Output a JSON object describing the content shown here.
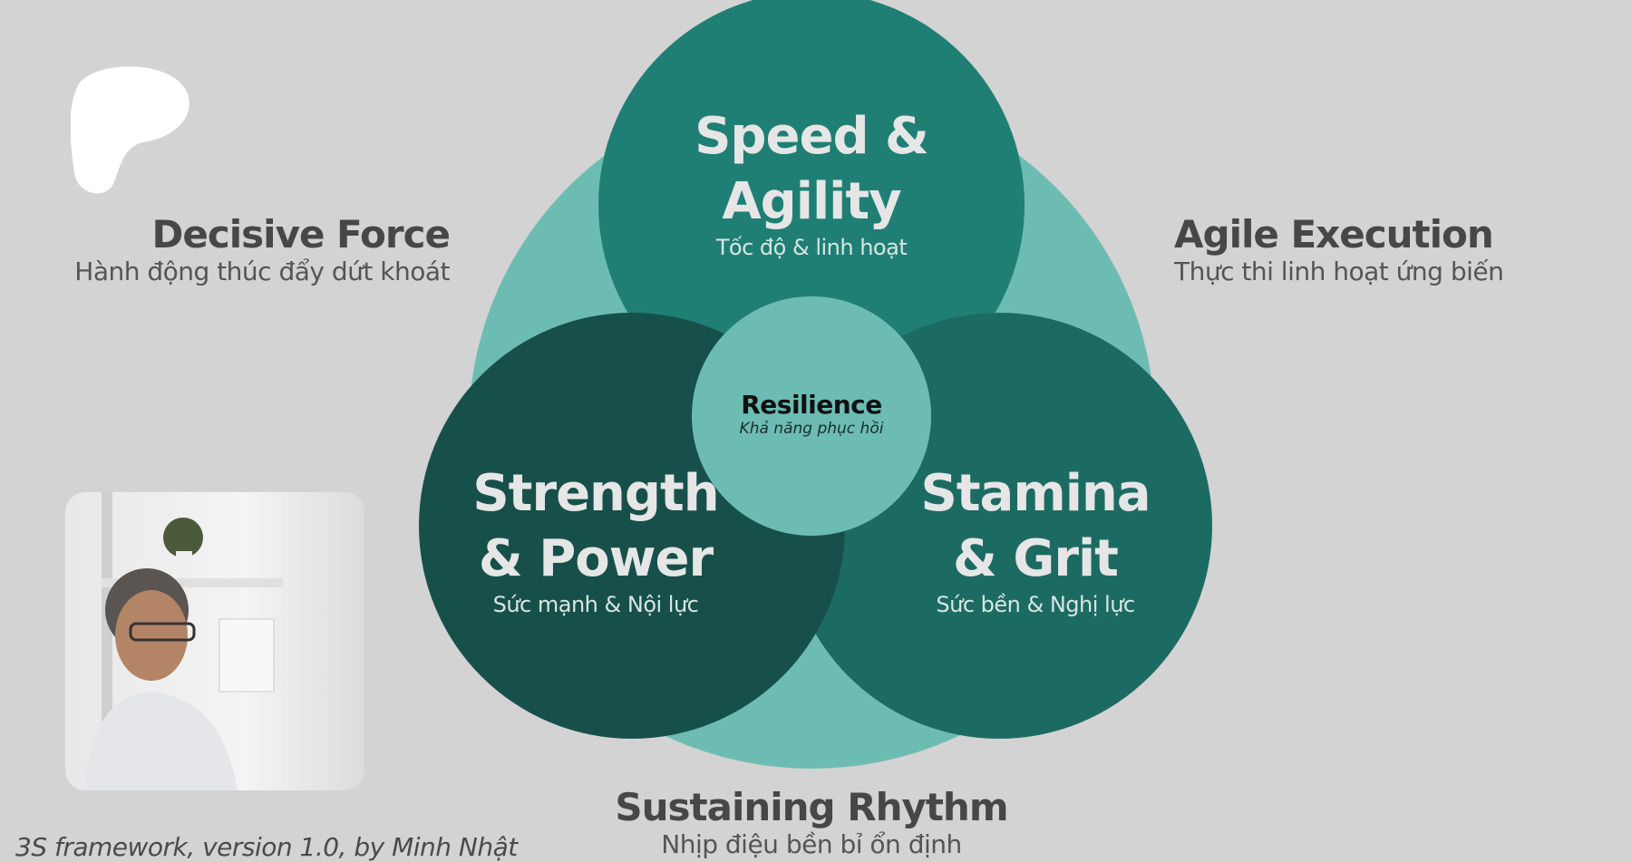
{
  "diagram": {
    "top": {
      "title_line1": "Speed &",
      "title_line2": "Agility",
      "subtitle": "Tốc độ & linh hoạt"
    },
    "left": {
      "title_line1": "Strength",
      "title_line2": "& Power",
      "subtitle": "Sức mạnh & Nội lực"
    },
    "right": {
      "title_line1": "Stamina",
      "title_line2": "& Grit",
      "subtitle": "Sức bền & Nghị lực"
    },
    "center": {
      "title": "Resilience",
      "subtitle": "Khả năng phục hồi"
    }
  },
  "outer_labels": {
    "top_left": {
      "title": "Decisive Force",
      "subtitle": "Hành động thúc đẩy dứt khoát"
    },
    "top_right": {
      "title": "Agile Execution",
      "subtitle": "Thực thi linh hoạt ứng biến"
    },
    "bottom": {
      "title": "Sustaining Rhythm",
      "subtitle": "Nhịp điệu bền bỉ ổn định"
    }
  },
  "footer": {
    "credit": "3S framework, version 1.0, by Minh Nhật"
  },
  "colors": {
    "background": "#d3d3d3",
    "light_teal": "#6dbcb3",
    "top": "#1f7f74",
    "left": "#17504a",
    "right": "#1c6b63"
  }
}
